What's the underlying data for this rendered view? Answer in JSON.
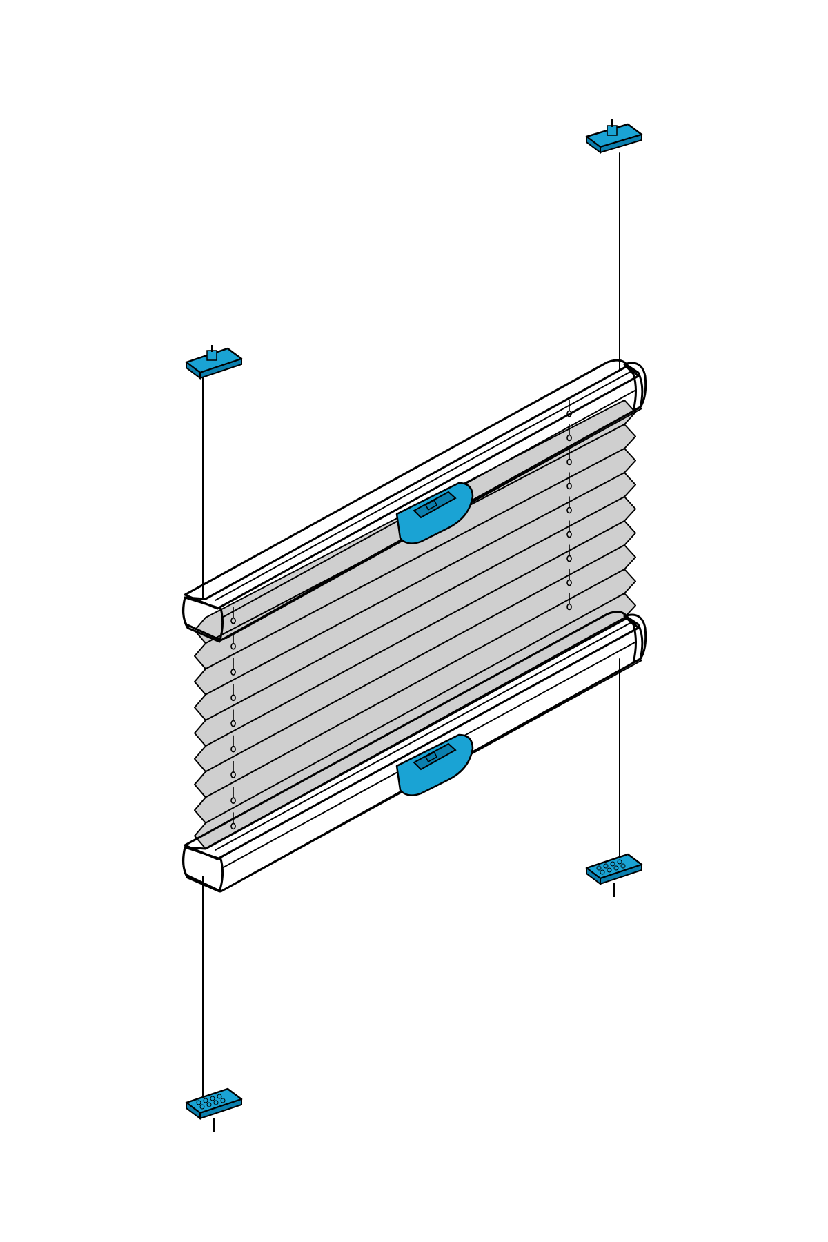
{
  "diagram": {
    "subject": "pleated-blind-tension-mounting",
    "colors": {
      "background": "#ffffff",
      "outline": "#000000",
      "fabric": "#cfcfcf",
      "rail": "#ffffff",
      "accent": "#1aa3d4",
      "accent_dark": "#0b7fae"
    },
    "parts": {
      "rails": [
        "top-rail",
        "bottom-rail"
      ],
      "handles": [
        "top-rail-handle",
        "bottom-rail-handle"
      ],
      "brackets": [
        "bracket-top-left",
        "bracket-top-right",
        "bracket-bottom-right",
        "bracket-bottom-left"
      ],
      "tension_cords": [
        "cord-left-upper",
        "cord-right-upper",
        "cord-right-lower",
        "cord-left-lower"
      ],
      "pleat_count": 9
    }
  }
}
